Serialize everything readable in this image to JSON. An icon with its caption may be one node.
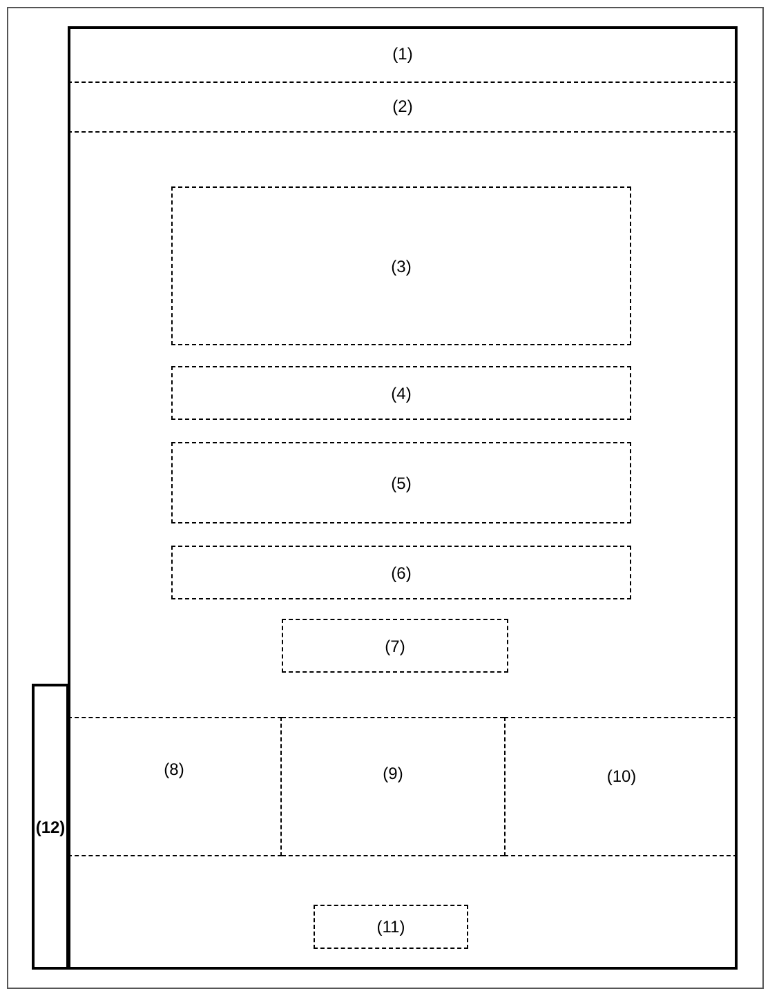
{
  "diagram": {
    "nodes": [
      {
        "text": [],
        "shape": "box"
      },
      {
        "text": [
          "(1)"
        ],
        "in": 0
      },
      {
        "text": [
          "(2)"
        ],
        "in": 0
      },
      {
        "text": [
          "(3)"
        ],
        "in": 0
      },
      {
        "text": [
          "(4)"
        ],
        "in": 0
      },
      {
        "text": [
          "(5)"
        ],
        "in": 0
      },
      {
        "text": [
          "(6)"
        ],
        "in": 0
      },
      {
        "text": [
          "(7)"
        ],
        "in": 0
      },
      {
        "text": [
          "(8)"
        ],
        "in": 0
      },
      {
        "text": [
          "(9)"
        ],
        "in": 0
      },
      {
        "text": [
          "(10)"
        ],
        "in": 0
      },
      {
        "text": [
          "(11)"
        ],
        "in": 0
      },
      {
        "text": [
          "(12)"
        ]
      }
    ],
    "edges": []
  }
}
